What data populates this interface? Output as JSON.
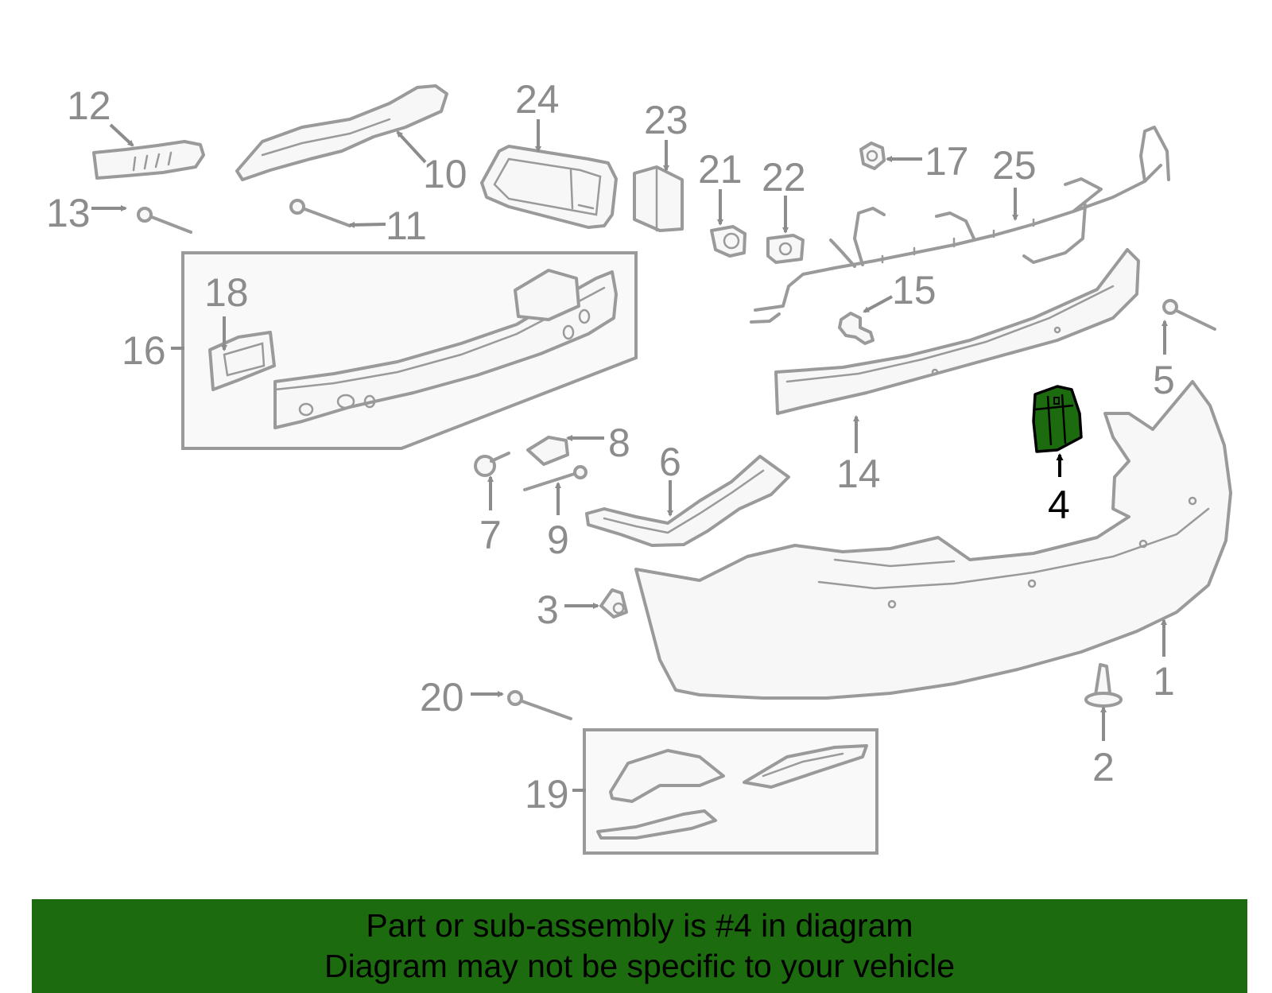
{
  "highlight_color": "#1d6b0f",
  "callouts": {
    "c1": "1",
    "c2": "2",
    "c3": "3",
    "c4": "4",
    "c5": "5",
    "c6": "6",
    "c7": "7",
    "c8": "8",
    "c9": "9",
    "c10": "10",
    "c11": "11",
    "c12": "12",
    "c13": "13",
    "c14": "14",
    "c15": "15",
    "c16": "16",
    "c17": "17",
    "c18": "18",
    "c19": "19",
    "c20": "20",
    "c21": "21",
    "c22": "22",
    "c23": "23",
    "c24": "24",
    "c25": "25"
  },
  "banner": {
    "line1": "Part or sub-assembly is #4 in diagram",
    "line2": "Diagram may not be specific to your vehicle"
  }
}
